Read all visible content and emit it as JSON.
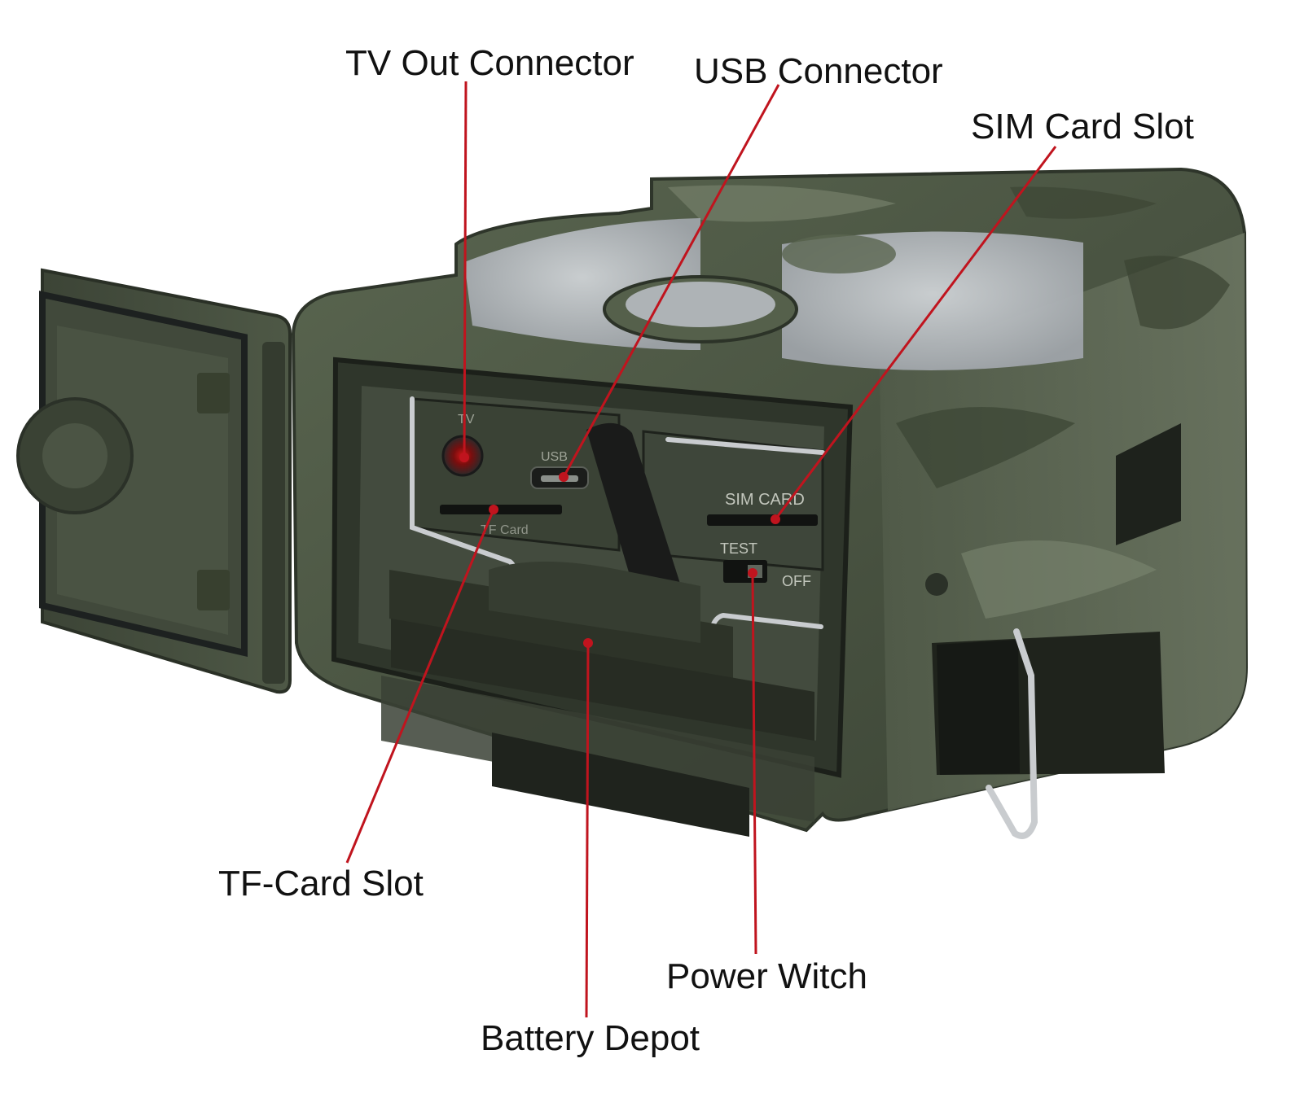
{
  "diagram": {
    "callouts": [
      {
        "id": "tv",
        "label": "TV Out Connector"
      },
      {
        "id": "usb",
        "label": "USB Connector"
      },
      {
        "id": "sim",
        "label": "SIM Card Slot"
      },
      {
        "id": "tf",
        "label": "TF-Card Slot"
      },
      {
        "id": "power",
        "label": "Power Witch"
      },
      {
        "id": "battery",
        "label": "Battery Depot"
      }
    ],
    "panel_text": {
      "sim_card": "SIM CARD",
      "test": "TEST",
      "off": "OFF",
      "usb": "USB",
      "tv": "TV",
      "tf_card": "TF Card"
    },
    "colors": {
      "leader_line": "#c0141e",
      "camo_dark": "#3d4636",
      "camo_mid": "#5e6a55",
      "camo_light": "#7f8a74",
      "lens_grey": "#b9bdc1",
      "metal": "#c9cccf"
    }
  }
}
